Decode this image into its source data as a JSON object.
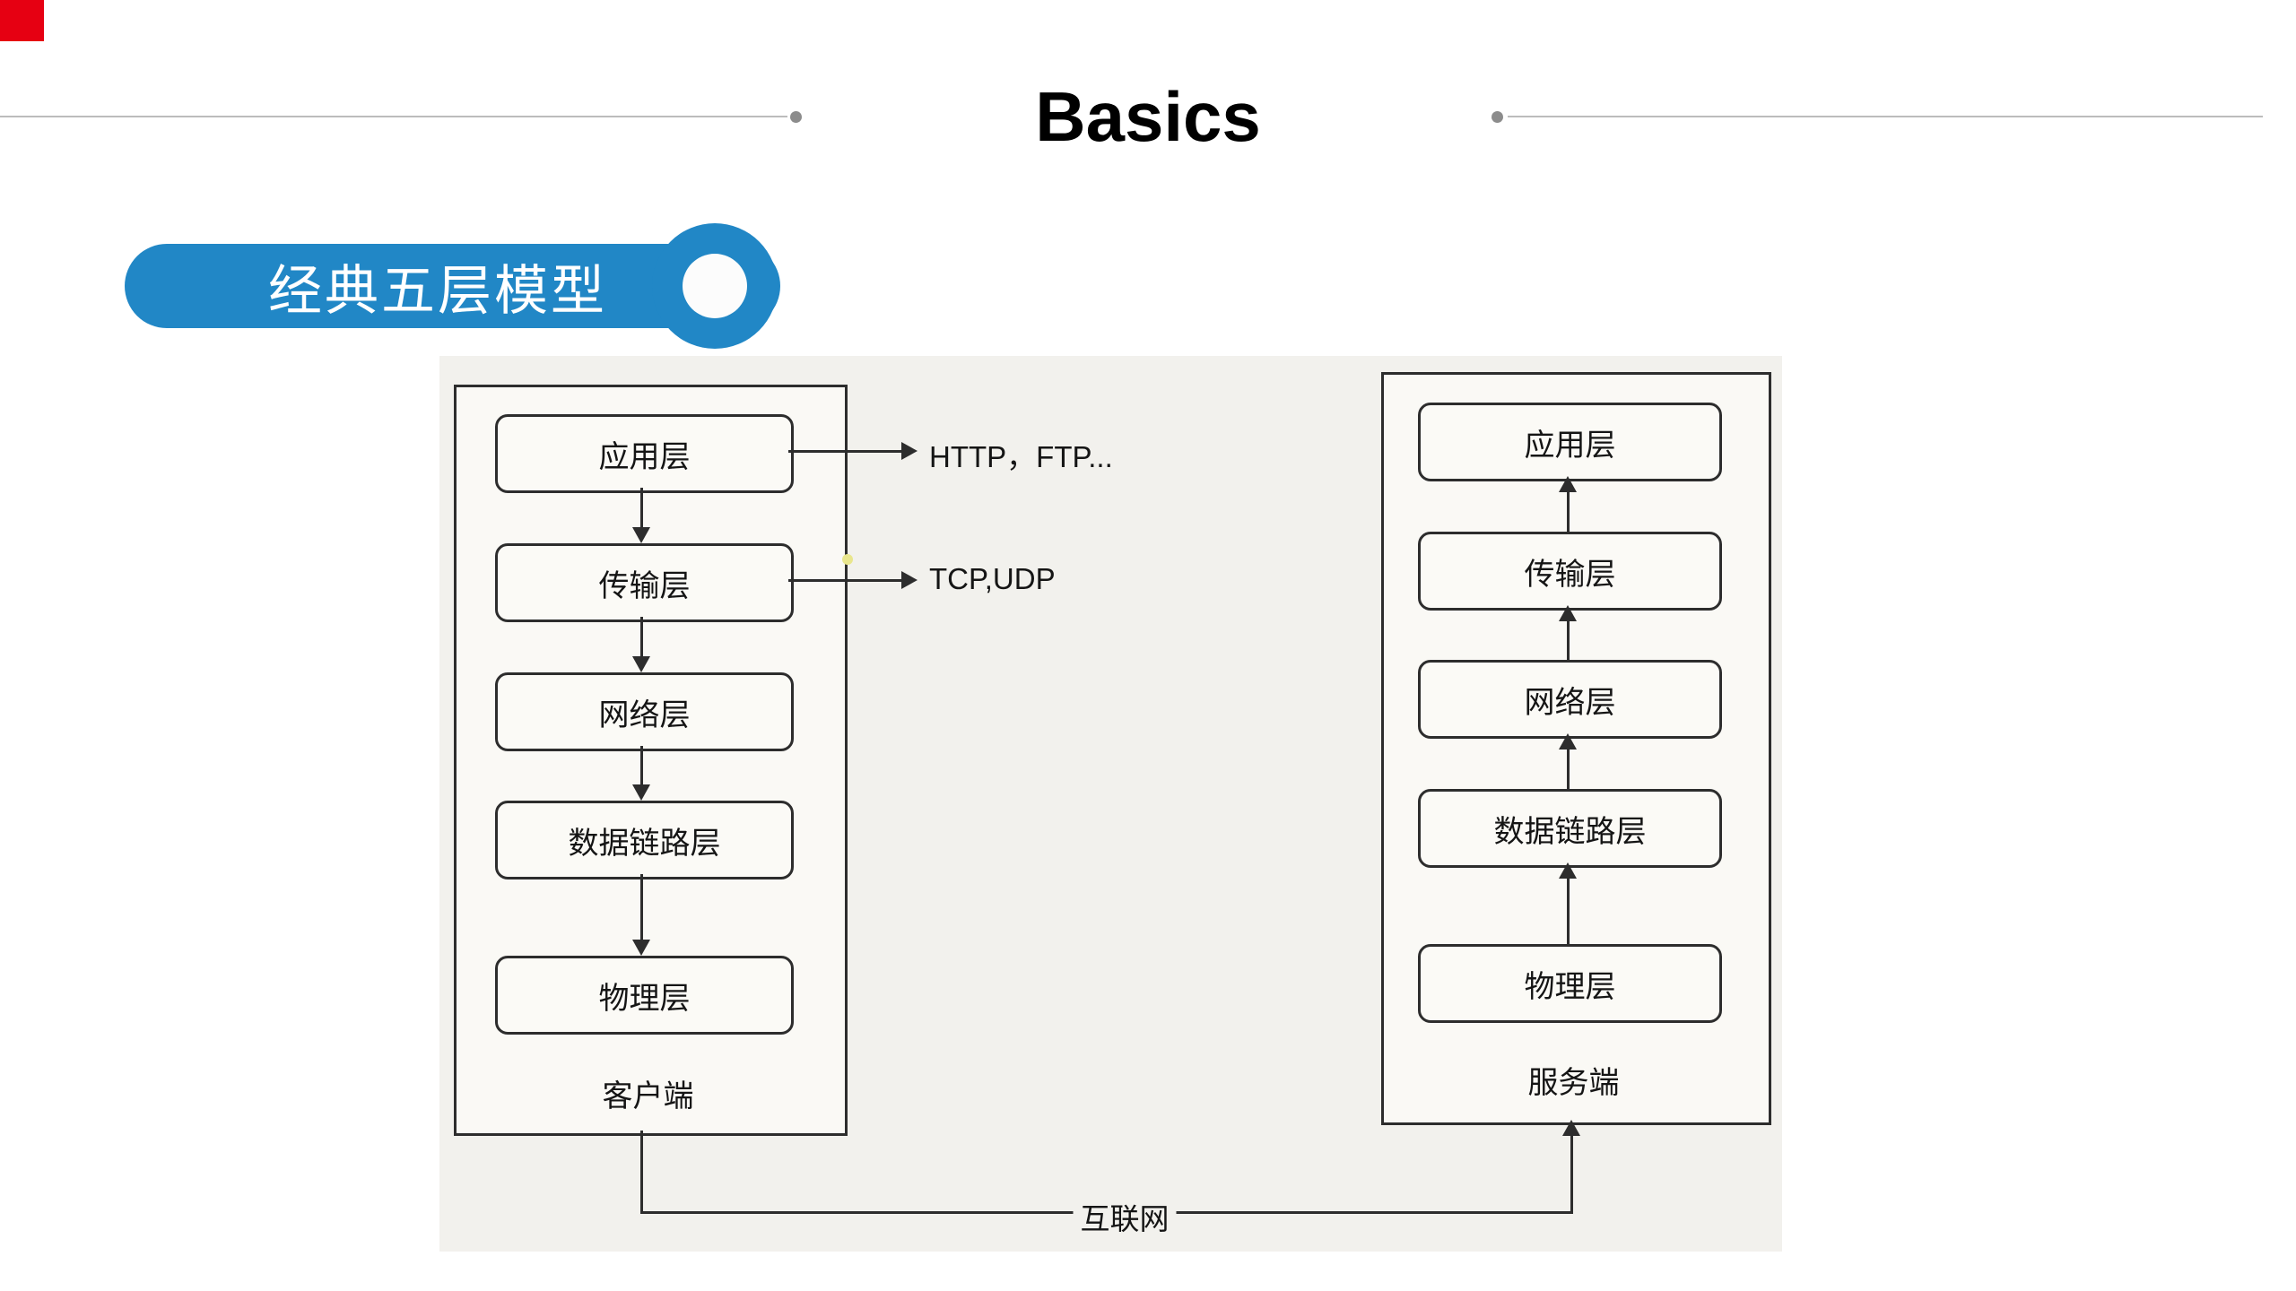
{
  "slide": {
    "title": "Basics",
    "badge_label": "经典五层模型"
  },
  "diagram": {
    "client": {
      "label": "客户端",
      "layers": [
        "应用层",
        "传输层",
        "网络层",
        "数据链路层",
        "物理层"
      ]
    },
    "server": {
      "label": "服务端",
      "layers": [
        "应用层",
        "传输层",
        "网络层",
        "数据链路层",
        "物理层"
      ]
    },
    "annotations": {
      "app_protocols": "HTTP，FTP...",
      "transport_protocols": "TCP,UDP",
      "network_label": "互联网"
    }
  },
  "colors": {
    "accent_red": "#e60012",
    "accent_blue": "#2187c6",
    "diagram_bg": "#f2f1ed"
  }
}
